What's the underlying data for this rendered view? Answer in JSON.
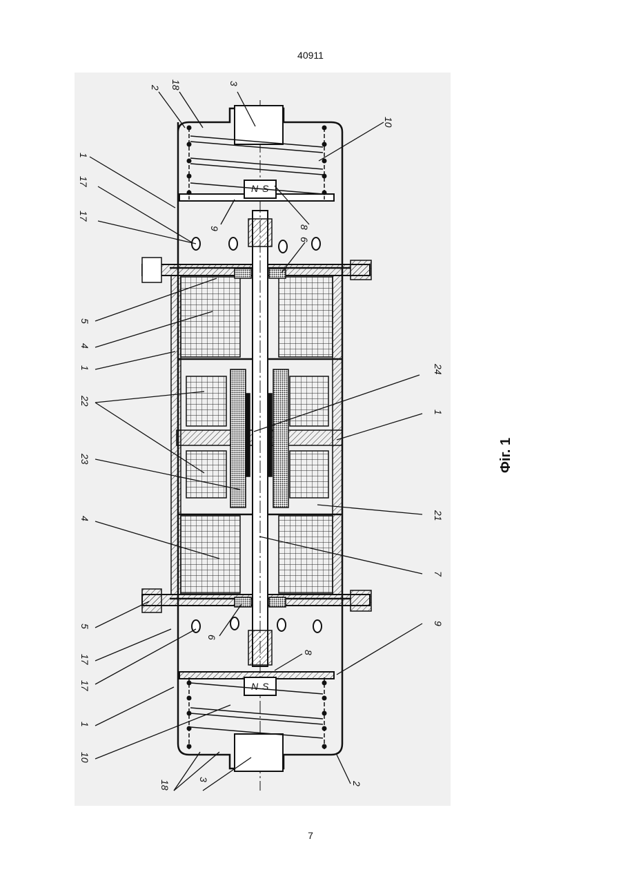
{
  "header": {
    "patent_number": "40911"
  },
  "footer": {
    "page_number": "7"
  },
  "figure": {
    "caption": "Фіг. 1",
    "labels": [
      "2",
      "18",
      "3",
      "10",
      "1",
      "17",
      "17",
      "9",
      "8",
      "6",
      "5",
      "4",
      "1",
      "22",
      "23",
      "24",
      "1",
      "21",
      "4",
      "7",
      "5",
      "6",
      "17",
      "17",
      "8",
      "9",
      "1",
      "10",
      "18",
      "3",
      "2"
    ],
    "magnet_poles": {
      "north": "N",
      "south": "S"
    }
  }
}
